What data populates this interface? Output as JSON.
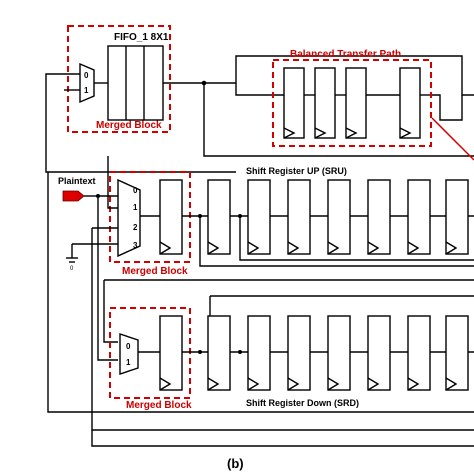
{
  "fifo": {
    "title": "FIFO_1 8X1",
    "block_label": "Merged Block"
  },
  "balanced": {
    "label": "Balanced Transfer Path"
  },
  "input": {
    "label": "Plaintext",
    "ground_label": "0"
  },
  "sru": {
    "title": "Shift Register UP (SRU)",
    "block_label": "Merged Block"
  },
  "srd": {
    "title": "Shift Register Down (SRD)",
    "block_label": "Merged Block"
  },
  "mux_top_pins": [
    "0",
    "1"
  ],
  "mux_sru_pins": [
    "0",
    "1",
    "2",
    "3"
  ],
  "mux_srd_pins": [
    "0",
    "1"
  ],
  "caption": "(b)",
  "colors": {
    "accent": "#d40000",
    "input_arrow": "#dd0000"
  }
}
